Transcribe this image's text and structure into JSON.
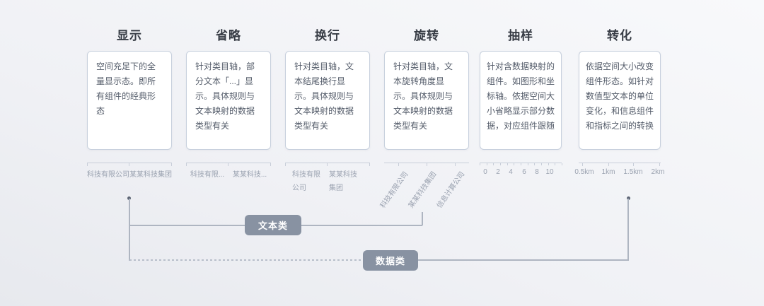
{
  "columns": [
    {
      "title": "显示",
      "body": "空间充足下的全量显示态。即所有组件的经典形态",
      "axis": {
        "type": "category",
        "labels": [
          "科技有限公司",
          "某某科技集团"
        ]
      }
    },
    {
      "title": "省略",
      "body": "针对类目轴，部分文本「...」显示。具体规则与文本映射的数据类型有关",
      "axis": {
        "type": "category-truncated",
        "labels": [
          "科技有限...",
          "某某科技..."
        ]
      }
    },
    {
      "title": "换行",
      "body": "针对类目轴，文本结尾换行显示。具体规则与文本映射的数据类型有关",
      "axis": {
        "type": "category-wrap",
        "labels": [
          "科技有限\n公司",
          "某某科技\n集团"
        ]
      }
    },
    {
      "title": "旋转",
      "body": "针对类目轴，文本旋转角度显示。具体规则与文本映射的数据类型有关",
      "axis": {
        "type": "category-rotate",
        "labels": [
          "科技有限公司",
          "某某科技集团",
          "信息计算公司"
        ]
      }
    },
    {
      "title": "抽样",
      "body": "针对含数据映射的组件。如图形和坐标轴。依据空间大小省略显示部分数据，对应组件跟随",
      "axis": {
        "type": "numeric",
        "labels": [
          "0",
          "2",
          "4",
          "6",
          "8",
          "10"
        ],
        "minor_tick_count": 13
      }
    },
    {
      "title": "转化",
      "body": "依据空间大小改变组件形态。如针对数值型文本的单位变化，和信息组件和指标之间的转换",
      "axis": {
        "type": "numeric-unit",
        "labels": [
          "0.5km",
          "1km",
          "1.5km",
          "2km"
        ]
      }
    }
  ],
  "groups": {
    "text_class": {
      "label": "文本类"
    },
    "data_class": {
      "label": "数据类"
    }
  },
  "colors": {
    "badge_bg": "#8892a2",
    "badge_text": "#ffffff",
    "title_text": "#363b44",
    "body_text": "#545c6a",
    "card_border": "#c7d0dd",
    "axis_line": "#c8ced9",
    "axis_text": "#9aa2b0",
    "line": "#aeb5c1",
    "dash": "#b8bfca",
    "dot": "#5c6474"
  }
}
